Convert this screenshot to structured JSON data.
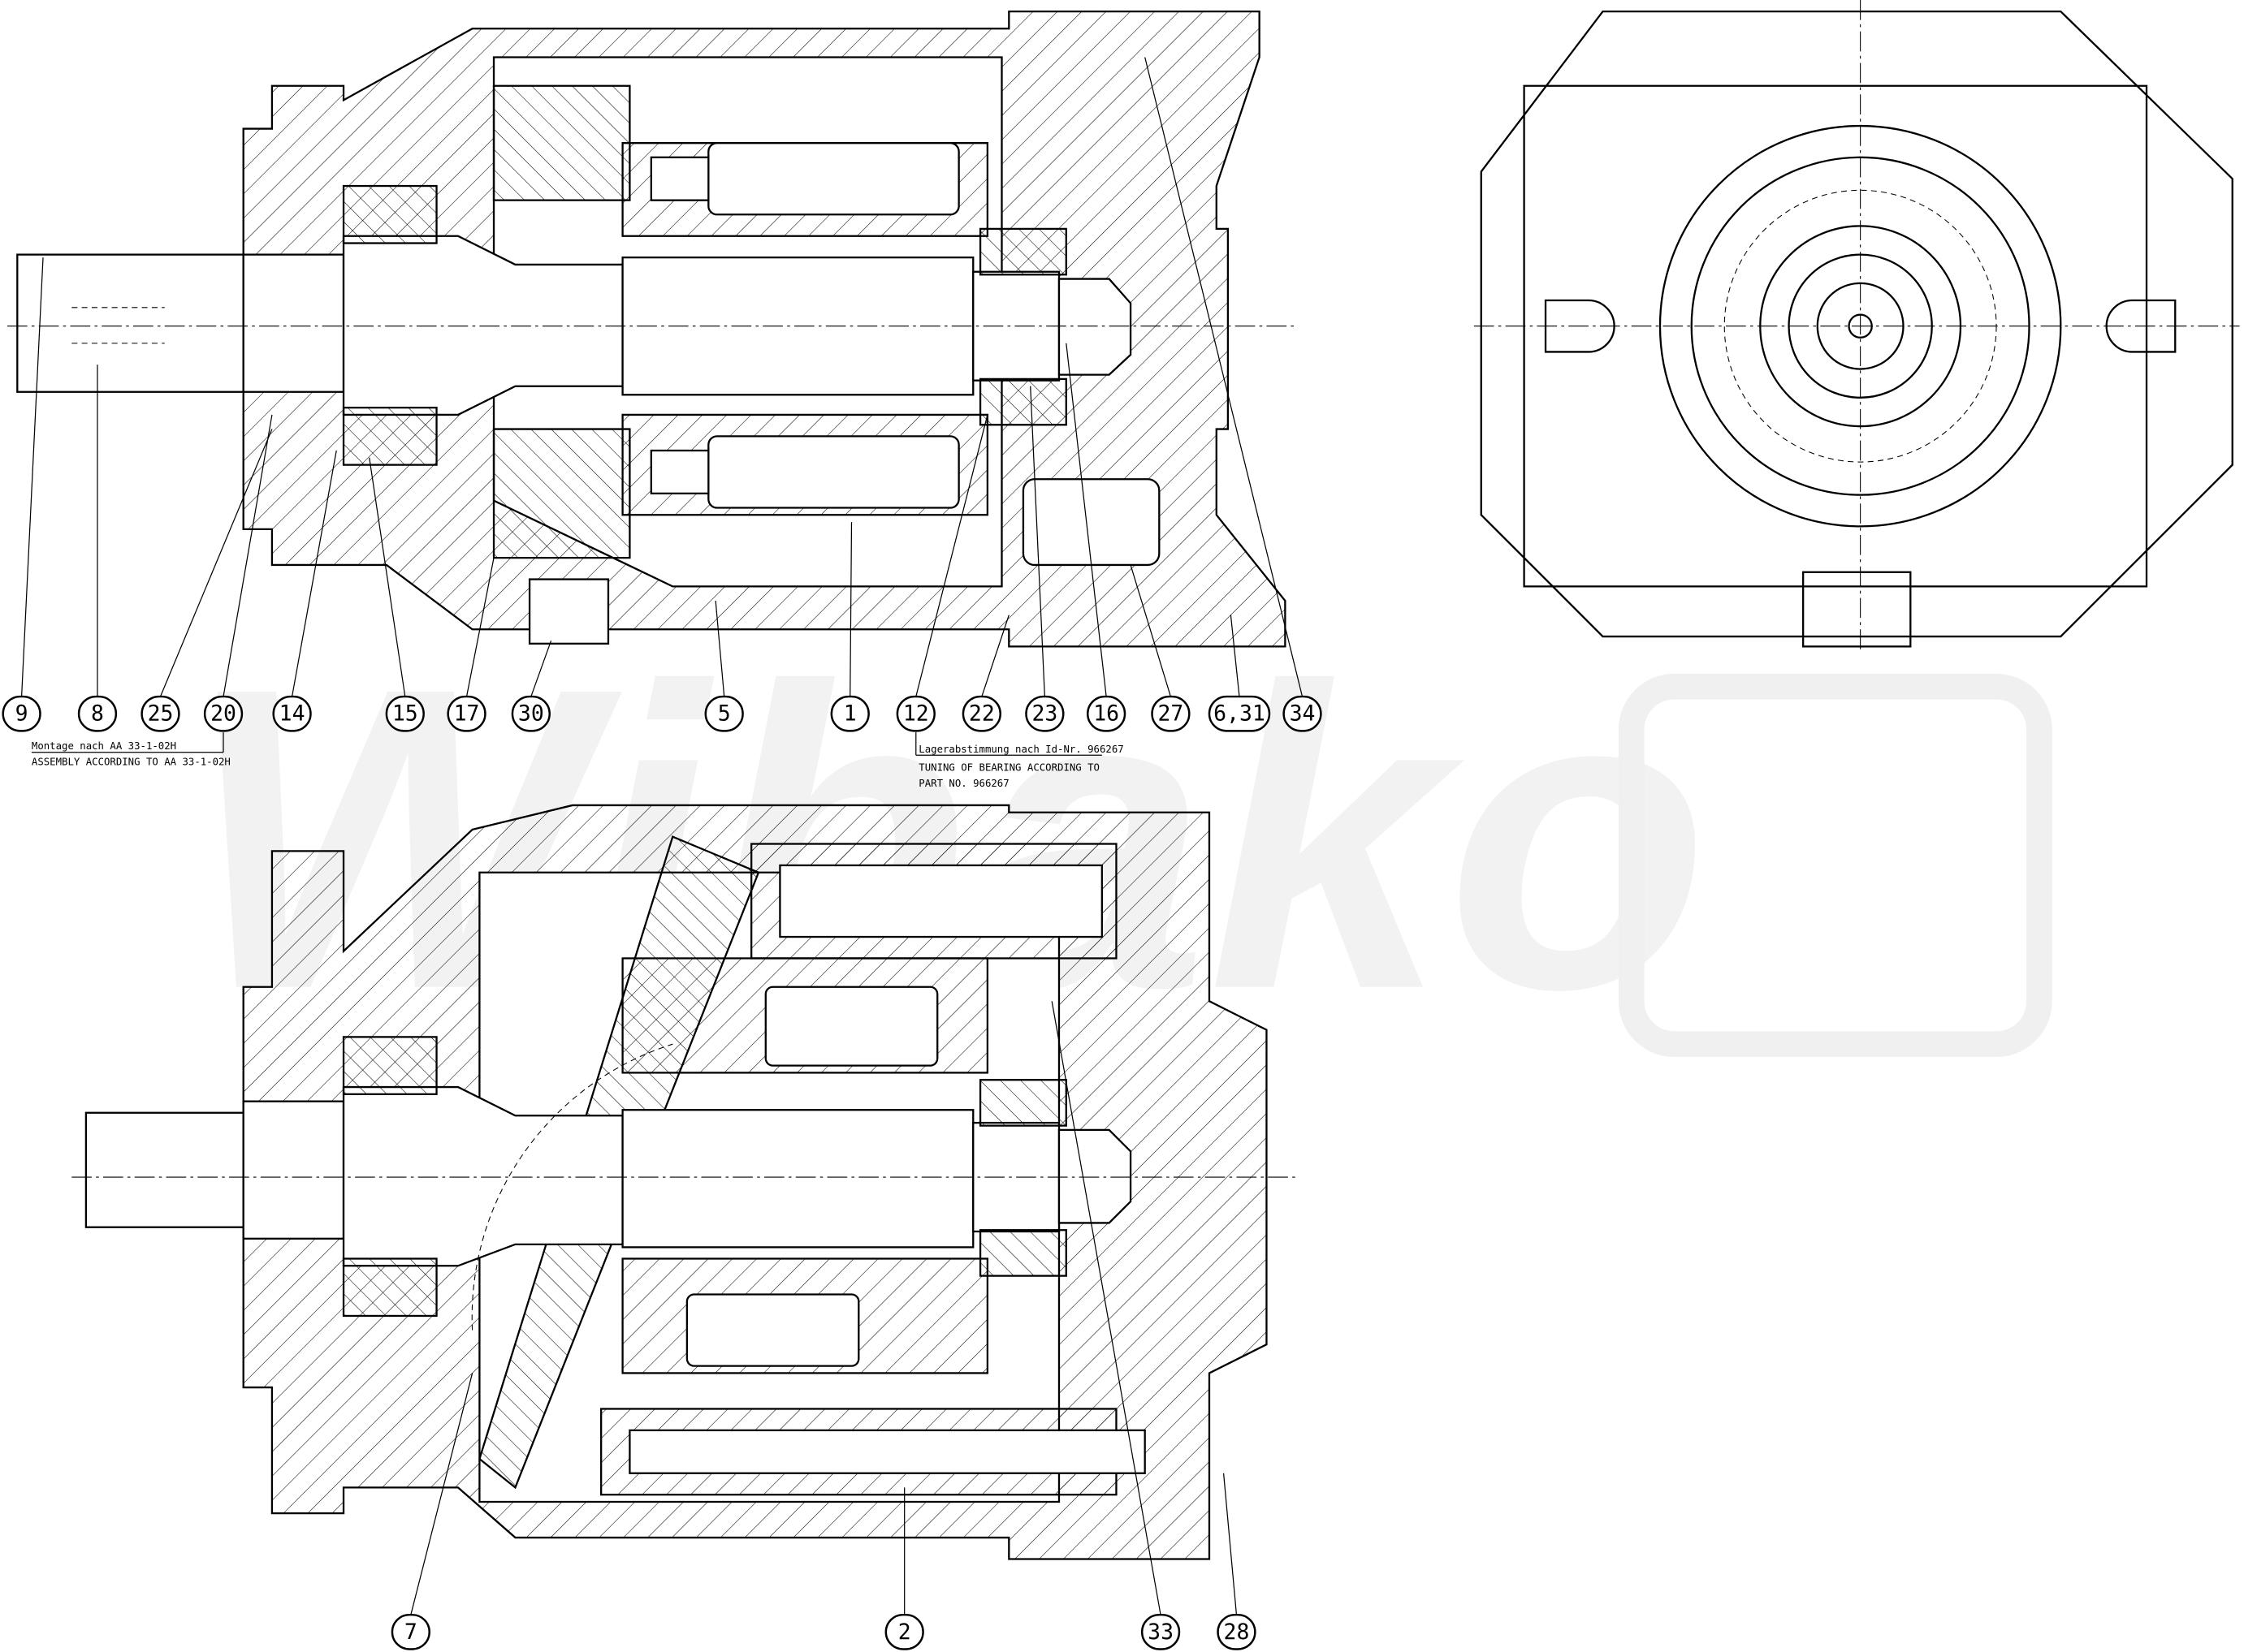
{
  "watermark": "Wibako",
  "balloons_top": [
    "9",
    "8",
    "25",
    "20",
    "14",
    "15",
    "17",
    "30",
    "5",
    "1",
    "12",
    "22",
    "23",
    "16",
    "27",
    "6,31",
    "34"
  ],
  "balloons_bottom": [
    "7",
    "2",
    "33",
    "28"
  ],
  "notes": {
    "assembly_de": "Montage nach AA 33-1-02H",
    "assembly_en": "ASSEMBLY ACCORDING TO AA 33-1-02H",
    "bearing_de": "Lagerabstimmung nach Id-Nr. 966267",
    "bearing_en_1": "TUNING OF BEARING ACCORDING TO",
    "bearing_en_2": "PART NO. 966267"
  }
}
